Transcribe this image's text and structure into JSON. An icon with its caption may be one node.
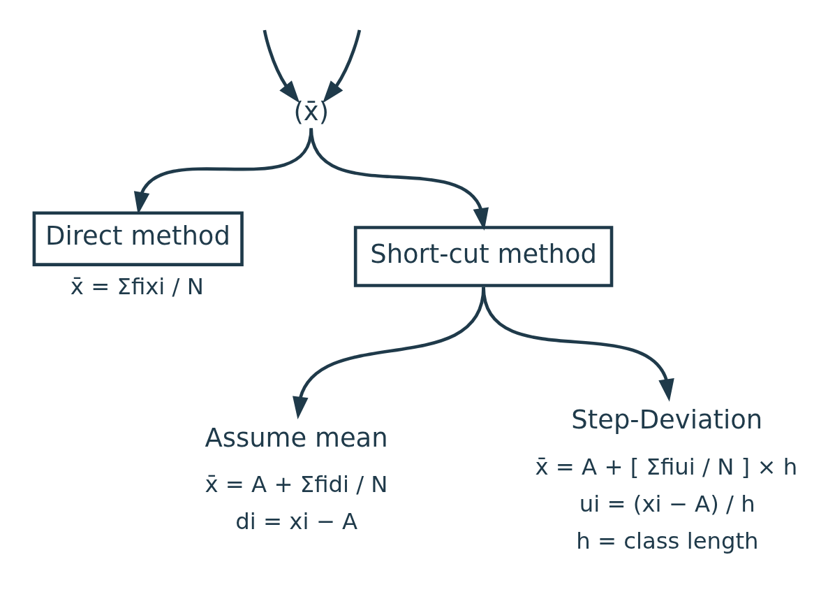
{
  "diagram": {
    "nodes": [
      {
        "text": [
          "(x̄)"
        ]
      },
      {
        "text": [
          "Direct method"
        ],
        "beside": [
          "x̄ = Σfixi / N"
        ]
      },
      {
        "text": [
          "Short-cut method"
        ]
      },
      {
        "text": [
          "Assume mean"
        ],
        "beside": [
          "x̄ = A + Σfidi / N",
          "di = xi − A"
        ]
      },
      {
        "text": [
          "Step-Deviation"
        ],
        "beside": [
          "x̄ = A + [ Σfiui / N ] × h",
          "ui = (xi − A) / h",
          "h = class length"
        ]
      }
    ],
    "edges": [
      {
        "from": null,
        "to": 0,
        "arrow": "to"
      },
      {
        "from": null,
        "to": 0,
        "arrow": "to"
      },
      {
        "from": 0,
        "to": 1,
        "arrow": "to"
      },
      {
        "from": 0,
        "to": 2,
        "arrow": "to"
      },
      {
        "from": 2,
        "to": 3,
        "arrow": "to"
      },
      {
        "from": 2,
        "to": 4,
        "arrow": "to"
      }
    ]
  }
}
